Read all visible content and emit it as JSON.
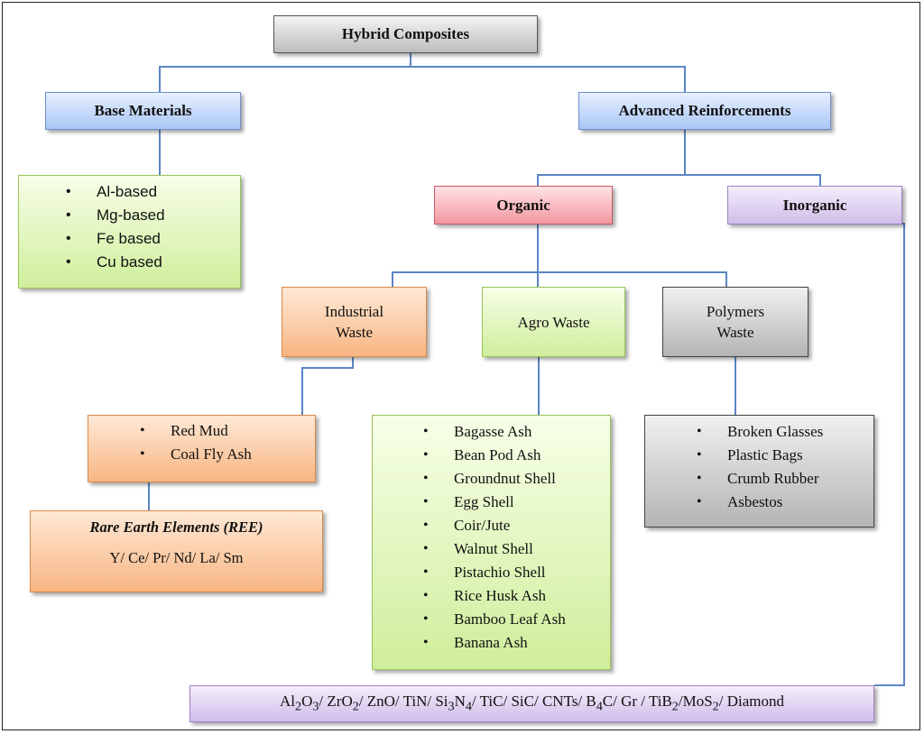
{
  "root": "Hybrid Composites",
  "base": {
    "title": "Base Materials",
    "items": [
      "Al-based",
      "Mg-based",
      "Fe based",
      "Cu based"
    ]
  },
  "advanced": {
    "title": "Advanced Reinforcements",
    "organic": "Organic",
    "inorganic": "Inorganic"
  },
  "industrial": {
    "title_line1": "Industrial",
    "title_line2": "Waste",
    "items": [
      "Red Mud",
      "Coal  Fly Ash"
    ],
    "ree_title": "Rare Earth Elements (REE)",
    "ree_list": "Y/ Ce/ Pr/ Nd/ La/ Sm"
  },
  "agro": {
    "title": "Agro Waste",
    "items": [
      "Bagasse Ash",
      "Bean Pod Ash",
      "Groundnut Shell",
      "Egg Shell",
      "Coir/Jute",
      "Walnut Shell",
      "Pistachio Shell",
      "Rice Husk Ash",
      "Bamboo Leaf Ash",
      "Banana Ash"
    ]
  },
  "polymers": {
    "title_line1": "Polymers",
    "title_line2": "Waste",
    "items": [
      "Broken Glasses",
      "Plastic Bags",
      "Crumb Rubber",
      "Asbestos"
    ]
  },
  "inorganic_list": {
    "parts": [
      "Al",
      "2",
      "O",
      "3",
      "/ ZrO",
      "2",
      "/ ZnO/ TiN/ Si",
      "3",
      "N",
      "4",
      "/ TiC/ SiC/ CNTs/ B",
      "4",
      "C/ Gr / TiB",
      "2",
      "/MoS",
      "2",
      "/ Diamond"
    ]
  },
  "colors": {
    "connector": "#5b86c5",
    "blue": "#a9c6f5",
    "green": "#cfee9b",
    "pink": "#f2979f",
    "purple": "#d0bde9",
    "orange": "#f7b582",
    "gray": "#bdbdbd"
  }
}
